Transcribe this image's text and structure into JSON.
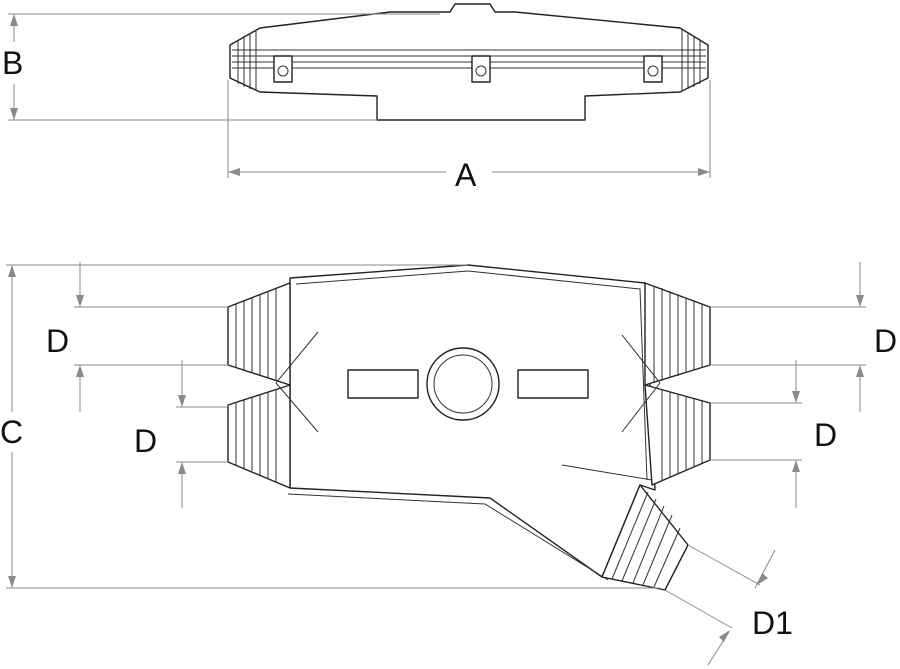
{
  "labels": {
    "a": "A",
    "b": "B",
    "c": "C",
    "d": "D",
    "d1": "D1"
  },
  "colors": {
    "outline": "#222222",
    "dimension": "#8a8a8a"
  }
}
